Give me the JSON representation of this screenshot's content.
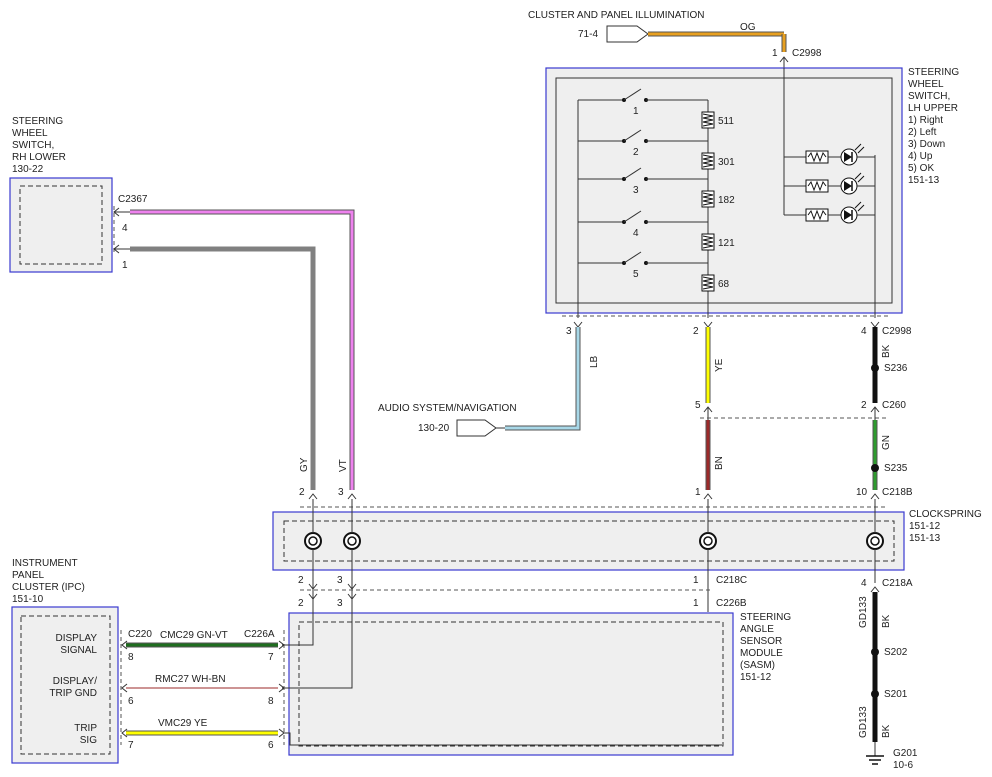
{
  "modules": {
    "cluster_illum": {
      "title": "CLUSTER AND PANEL ILLUMINATION",
      "ref": "71-4"
    },
    "audio": {
      "title": "AUDIO SYSTEM/NAVIGATION",
      "ref": "130-20"
    },
    "sw_rh": {
      "l1": "STEERING",
      "l2": "WHEEL",
      "l3": "SWITCH,",
      "l4": "RH LOWER",
      "ref": "130-22"
    },
    "sw_lh": {
      "l1": "STEERING",
      "l2": "WHEEL",
      "l3": "SWITCH,",
      "l4": "LH UPPER",
      "o1": "1) Right",
      "o2": "2) Left",
      "o3": "3) Down",
      "o4": "4) Up",
      "o5": "5) OK",
      "ref": "151-13"
    },
    "clockspring": {
      "title": "CLOCKSPRING",
      "ref1": "151-12",
      "ref2": "151-13"
    },
    "ipc": {
      "l1": "INSTRUMENT",
      "l2": "PANEL",
      "l3": "CLUSTER (IPC)",
      "ref": "151-10",
      "p1a": "DISPLAY",
      "p1b": "SIGNAL",
      "p2a": "DISPLAY/",
      "p2b": "TRIP GND",
      "p3a": "TRIP",
      "p3b": "SIG"
    },
    "sasm": {
      "l1": "STEERING",
      "l2": "ANGLE",
      "l3": "SENSOR",
      "l4": "MODULE",
      "l5": "(SASM)",
      "ref": "151-12"
    }
  },
  "connectors": {
    "c2998": "C2998",
    "c2367": "C2367",
    "c260": "C260",
    "c218b": "C218B",
    "c218c": "C218C",
    "c226b": "C226B",
    "c218a": "C218A",
    "c220": "C220",
    "c226a": "C226A"
  },
  "splices": {
    "s236": "S236",
    "s235": "S235",
    "s202": "S202",
    "s201": "S201"
  },
  "ground": {
    "name": "G201",
    "ref": "10-6"
  },
  "resistors": [
    "511",
    "301",
    "182",
    "121",
    "68"
  ],
  "switch_numbers": [
    "1",
    "2",
    "3",
    "4",
    "5"
  ],
  "pins": {
    "og_c2998": "1",
    "rh_4": "4",
    "rh_1": "1",
    "lh_3": "3",
    "lh_2": "2",
    "lh_4": "4",
    "c260_5": "5",
    "c260_2": "2",
    "cs_gy": "2",
    "cs_vt": "3",
    "cs_bn": "1",
    "cs_gn": "10",
    "c218c_2": "2",
    "c218c_3": "3",
    "c218c_1": "1",
    "c226b_2": "2",
    "c226b_3": "3",
    "c226b_1": "1",
    "c218a_4": "4",
    "ipc_8": "8",
    "ipc_6": "6",
    "ipc_7": "7",
    "sasm_7": "7",
    "sasm_8": "8",
    "sasm_6": "6"
  },
  "wires": {
    "og": "OG",
    "gy": "GY",
    "vt": "VT",
    "lb": "LB",
    "ye": "YE",
    "bn": "BN",
    "bk1": "BK",
    "gn": "GN",
    "gd133a": "GD133",
    "bk2": "BK",
    "gd133b": "GD133",
    "bk3": "BK",
    "cmc": "CMC29 GN-VT",
    "rmc": "RMC27  WH-BN",
    "vmc": "VMC29  YE"
  },
  "colors": {
    "og": "#e8a020",
    "pink": "#ee82ee",
    "gray": "#808080",
    "lightblue": "#a8d8e8",
    "yellow": "#ffff00",
    "brown": "#9b2a2a",
    "black": "#111111",
    "green": "#2e9c2e",
    "darkgreen": "#1e6e1e",
    "module_border": "#3a3ad0"
  }
}
